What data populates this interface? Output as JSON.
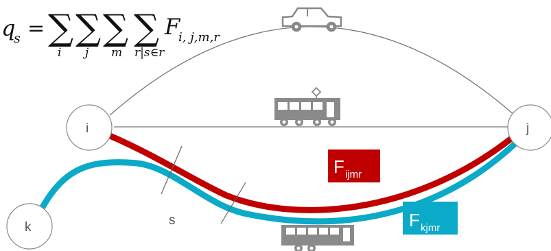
{
  "formula": {
    "lhs": "q",
    "lhs_sub": "s",
    "equals": "=",
    "sum_indices": [
      "i",
      "j",
      "m",
      "r|s∈r"
    ],
    "term": "F",
    "term_sub": "i, j,m,r"
  },
  "nodes": {
    "i": "i",
    "j": "j",
    "k": "k"
  },
  "segment_label": "s",
  "flow_labels": {
    "ij": {
      "main": "F",
      "sub": "ijmr",
      "color": "#c00000"
    },
    "kj": {
      "main": "F",
      "sub": "kjmr",
      "color": "#0aaac8"
    }
  },
  "colors": {
    "route_ij": "#c00000",
    "route_kj": "#0aaac8",
    "links": "#666666",
    "vehicle": "#8a8a8a"
  },
  "vehicles": [
    "car-icon",
    "tram-icon",
    "bus-icon"
  ]
}
